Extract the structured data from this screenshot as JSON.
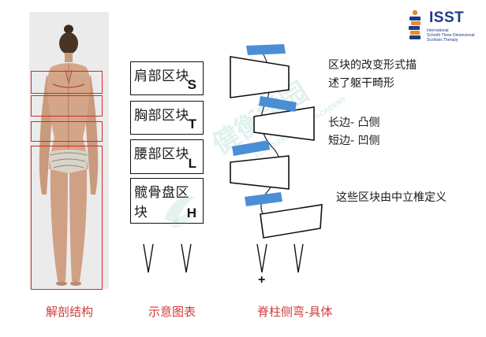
{
  "logo": {
    "title": "ISST",
    "subtitle_lines": [
      "International",
      "Schroth Three Dimensional",
      "Scoliosis Therapy"
    ]
  },
  "watermark": {
    "text": "健衡学园",
    "subtext": "ACTIVE&BALANCED ACADEMY"
  },
  "blocks": [
    {
      "label": "肩部区块",
      "abbr": "S"
    },
    {
      "label": "胸部区块",
      "abbr": "T"
    },
    {
      "label": "腰部区块",
      "abbr": "L"
    },
    {
      "label": "髋骨盘区块",
      "abbr": "H"
    }
  ],
  "notes": {
    "line1": "区块的改变形式描",
    "line2": "述了躯干畸形",
    "long_side": "长边- 凸侧",
    "short_side": "短边- 凹侧",
    "defined": "这些区块由中立椎定义"
  },
  "plus_sign": "+",
  "captions": {
    "anatomy": "解剖结构",
    "schematic": "示意图表",
    "scoliosis": "脊柱侧弯-具体"
  },
  "colors": {
    "highlight_red": "#d22a2a",
    "caption_red": "#d23a3a",
    "vertebra_blue": "#4a8fd6",
    "logo_blue": "#1e3a8a"
  }
}
